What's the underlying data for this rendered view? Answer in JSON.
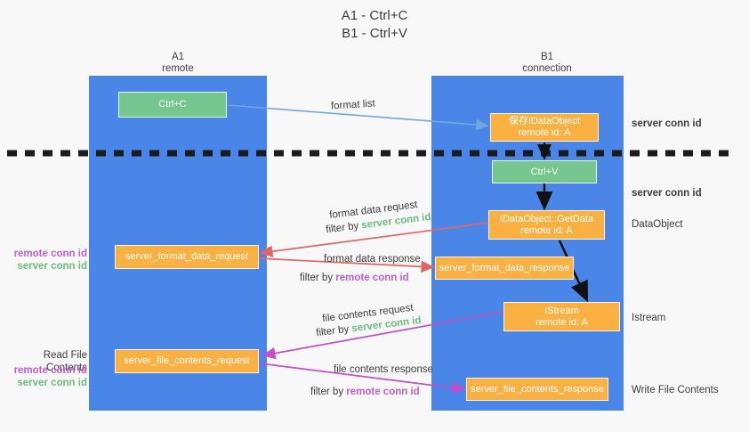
{
  "title": "A1 - Ctrl+C\nB1 - Ctrl+V",
  "colors": {
    "lane": "#4a86e8",
    "green_node": "#76c68f",
    "orange_node": "#fbb042",
    "remote_conn": "#bf5fd0",
    "server_conn": "#69bd7f",
    "blue_arrow": "#6fa8dc",
    "red_arrow": "#e06666",
    "magenta_arrow": "#c050c8",
    "black_arrow": "#000000",
    "background": "#f8f8f8"
  },
  "columns": [
    {
      "name": "A1",
      "sub": "remote"
    },
    {
      "name": "B1",
      "sub": "connection"
    }
  ],
  "nodes": {
    "ctrl_c": {
      "line1": "Ctrl+C",
      "line2": ""
    },
    "save_idataobject": {
      "line1": "保存IDataObject",
      "line2": "remote id: A"
    },
    "ctrl_v": {
      "line1": "Ctrl+V",
      "line2": ""
    },
    "getdata": {
      "line1": "IDataObject::GetData",
      "line2": "remote id: A"
    },
    "format_data_request": {
      "line1": "server_format_data_request",
      "line2": ""
    },
    "format_data_response": {
      "line1": "server_format_data_response",
      "line2": ""
    },
    "istream": {
      "line1": "IStream",
      "line2": "remote id: A"
    },
    "file_contents_request": {
      "line1": "server_file_contents_request",
      "line2": ""
    },
    "file_contents_response": {
      "line1": "server_file_contents_response",
      "line2": ""
    }
  },
  "edge_labels": {
    "format_list": "format list",
    "format_data_request": "format data request",
    "format_data_request_filter_prefix": "filter by ",
    "format_data_request_filter_key": "server conn id",
    "format_data_response": "format data response",
    "format_data_response_filter_prefix": "filter by ",
    "format_data_response_filter_key": "remote conn id",
    "file_contents_request": "file contents request",
    "file_contents_request_filter_prefix": "filter by ",
    "file_contents_request_filter_key": "server conn id",
    "file_contents_response": "file contents response",
    "file_contents_response_filter_prefix": "filter by ",
    "file_contents_response_filter_key": "remote conn id"
  },
  "left_labels": {
    "format_remote": "remote conn id",
    "format_server": "server conn id",
    "read_file_contents": "Read File Contents",
    "file_remote": "remote conn id",
    "file_server": "server conn id"
  },
  "right_labels": {
    "server_conn_top": "server conn id",
    "server_conn_mid": "server conn id",
    "dataobject": "DataObject",
    "istream": "Istream",
    "write_file_contents": "Write File Contents"
  }
}
